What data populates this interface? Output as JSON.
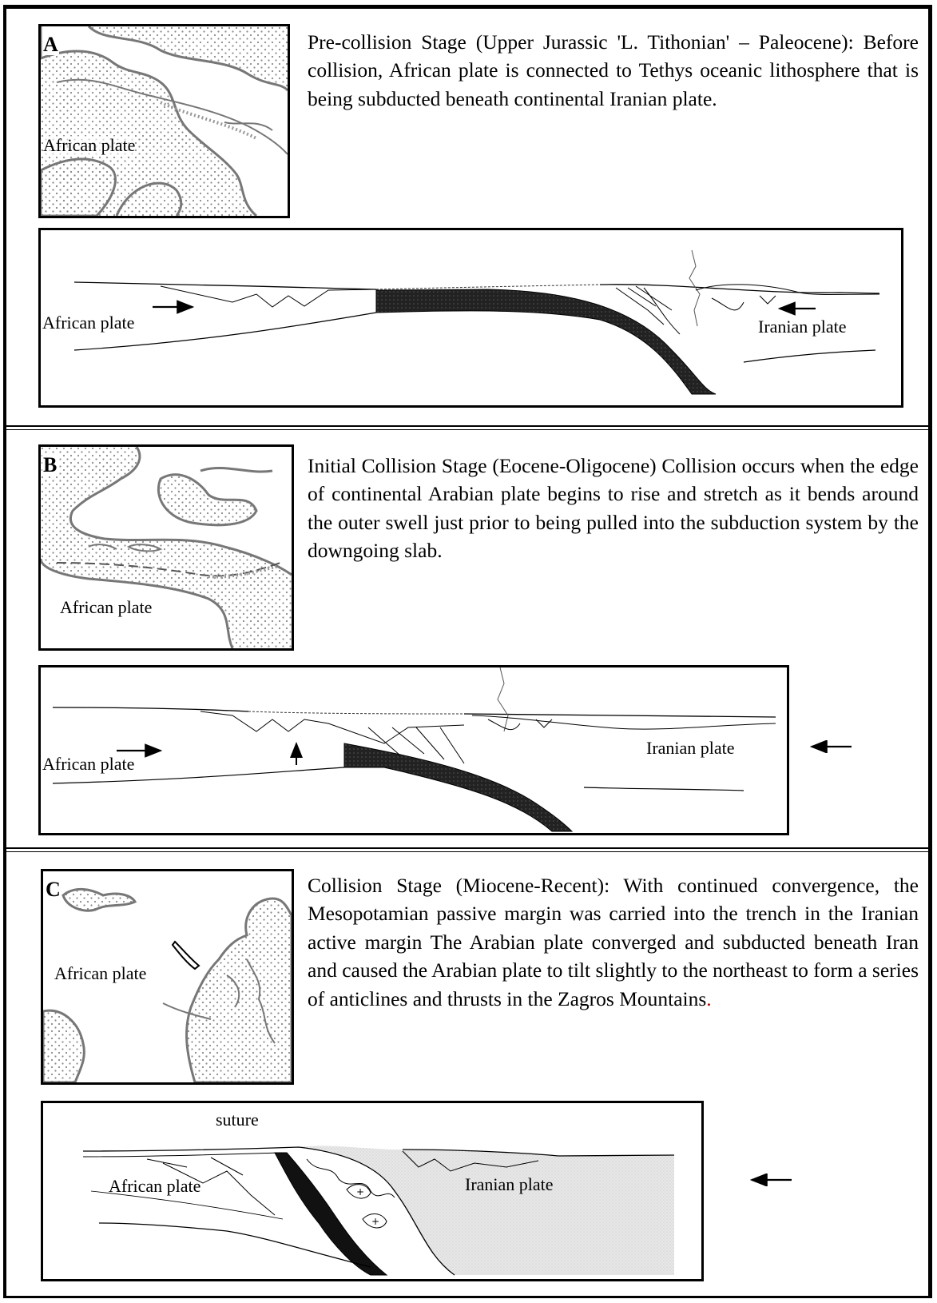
{
  "panels": {
    "a": {
      "letter": "A",
      "map_label": "African plate",
      "description": "Pre-collision Stage (Upper Jurassic 'L. Tithonian' – Paleocene): Before collision, African plate is connected to Tethys oceanic lithosphere that is being subducted beneath continental Iranian plate.",
      "section_left_label": "African plate",
      "section_right_label": "Iranian plate"
    },
    "b": {
      "letter": "B",
      "map_label": "African plate",
      "description": "Initial Collision Stage (Eocene-Oligocene) Collision occurs when the edge of continental Arabian plate begins to rise and stretch as it bends around the outer swell just prior to being pulled into the subduction system by the downgoing slab.",
      "section_left_label": "African plate",
      "section_right_label": "Iranian plate"
    },
    "c": {
      "letter": "C",
      "map_label": "African plate",
      "description": "Collision Stage (Miocene-Recent): With continued convergence, the Mesopotamian passive margin was carried into the trench in the Iranian active margin The Arabian plate converged and subducted beneath Iran and caused the Arabian plate to tilt slightly to the northeast to form a series of anticlines and thrusts in the Zagros Mountains",
      "description_end": ".",
      "section_left_label": "African plate",
      "section_right_label": "Iranian plate",
      "suture_label": "suture"
    }
  },
  "colors": {
    "ink": "#000000",
    "map_line": "#777777",
    "stipple": "#8a8a8a",
    "accent_period": "#c00000"
  }
}
